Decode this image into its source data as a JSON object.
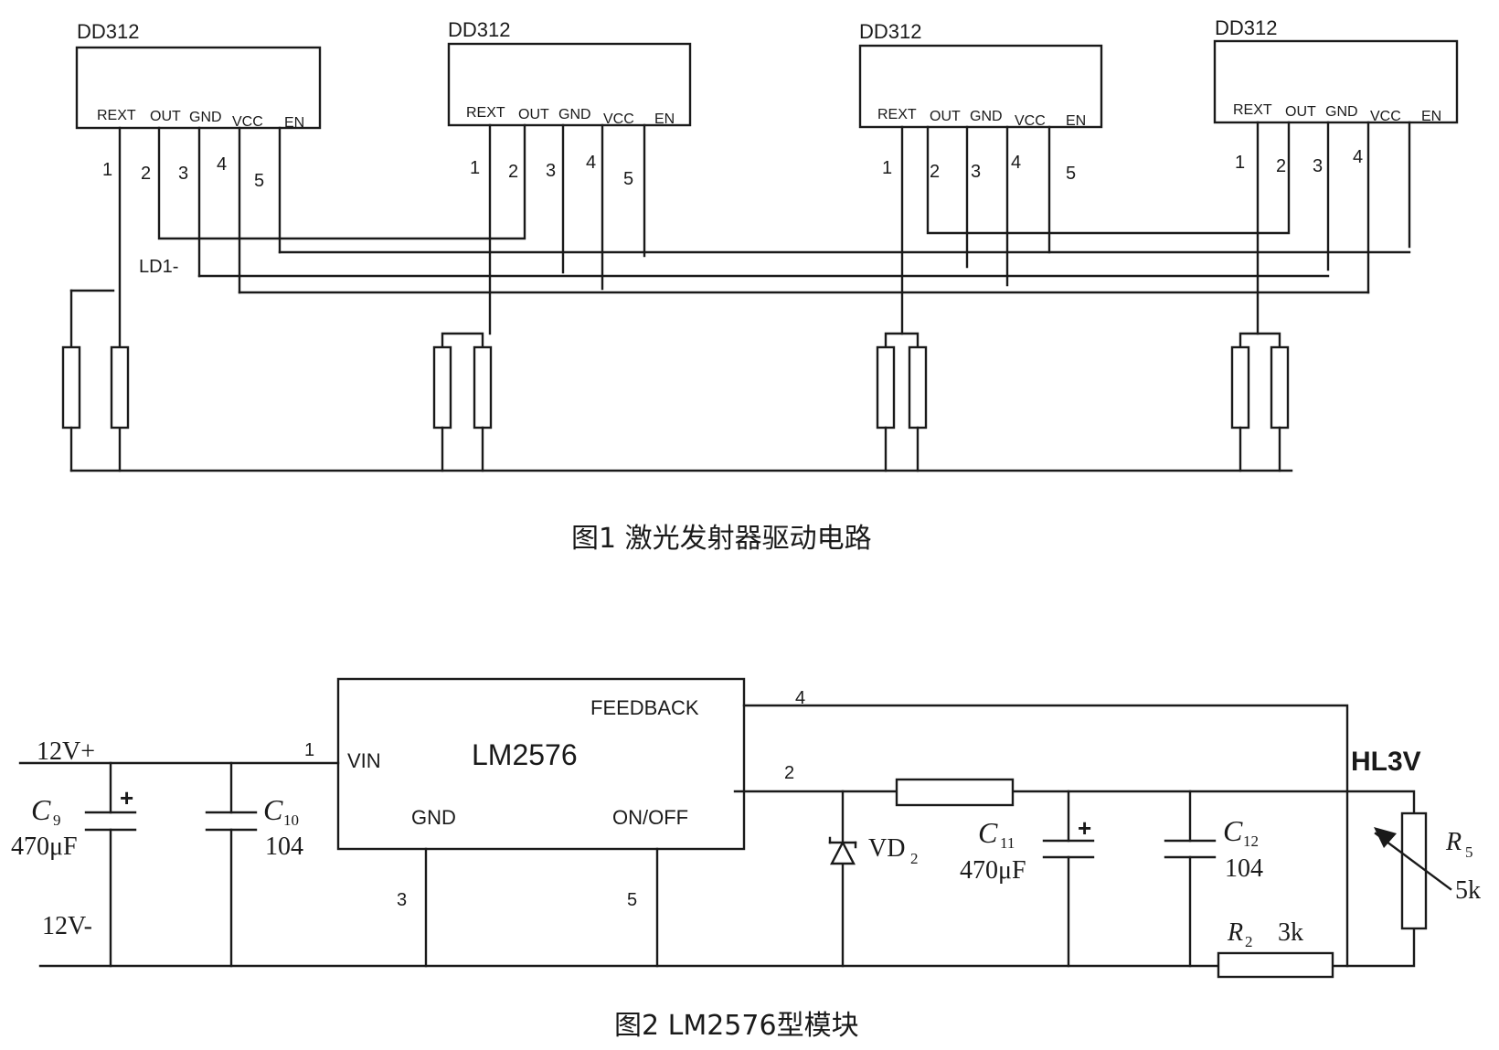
{
  "figure1": {
    "chips": [
      {
        "label": "DD312",
        "pins": [
          "REXT",
          "OUT",
          "GND",
          "VCC",
          "EN"
        ],
        "pin_numbers": [
          "1",
          "2",
          "3",
          "4",
          "5"
        ]
      },
      {
        "label": "DD312",
        "pins": [
          "REXT",
          "OUT",
          "GND",
          "VCC",
          "EN"
        ],
        "pin_numbers": [
          "1",
          "2",
          "3",
          "4",
          "5"
        ]
      },
      {
        "label": "DD312",
        "pins": [
          "REXT",
          "OUT",
          "GND",
          "VCC",
          "EN"
        ],
        "pin_numbers": [
          "1",
          "2",
          "3",
          "4",
          "5"
        ]
      },
      {
        "label": "DD312",
        "pins": [
          "REXT",
          "OUT",
          "GND",
          "VCC",
          "EN"
        ],
        "pin_numbers": [
          "1",
          "2",
          "3",
          "4"
        ]
      }
    ],
    "net_label": "LD1-",
    "caption": "图1   激光发射器驱动电路"
  },
  "figure2": {
    "ic": {
      "name": "LM2576",
      "pins": {
        "vin": "VIN",
        "feedback": "FEEDBACK",
        "gnd": "GND",
        "onoff": "ON/OFF"
      },
      "pin_numbers": {
        "vin": "1",
        "output": "2",
        "gnd": "3",
        "feedback": "4",
        "onoff": "5"
      }
    },
    "supply_plus": "12V+",
    "supply_minus": "12V-",
    "c9": {
      "name": "C",
      "sub": "9",
      "value": "470μF",
      "polarity": "+"
    },
    "c10": {
      "name": "C",
      "sub": "10",
      "value": "104"
    },
    "vd2": {
      "name": "VD",
      "sub": "2"
    },
    "c11": {
      "name": "C",
      "sub": "11",
      "value": "470μF",
      "polarity": "+"
    },
    "c12": {
      "name": "C",
      "sub": "12",
      "value": "104"
    },
    "r2": {
      "name": "R",
      "sub": "2",
      "value": "3k"
    },
    "r5": {
      "name": "R",
      "sub": "5",
      "value": "5k"
    },
    "output_label": "HL3V",
    "caption": "图2   LM2576型模块"
  }
}
